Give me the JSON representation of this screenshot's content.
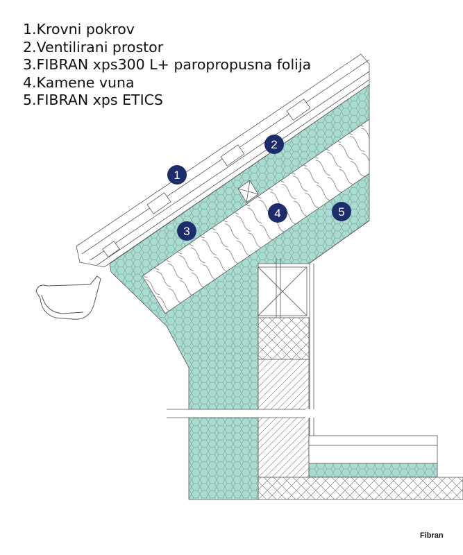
{
  "legend": {
    "items": [
      "1.Krovni pokrov",
      "2.Ventilirani prostor",
      "3.FIBRAN xps300 L+ paropropusna folija",
      "4.Kamene vuna",
      "5.FIBRAN xps ETICS"
    ]
  },
  "markers": [
    "1",
    "2",
    "3",
    "4",
    "5"
  ],
  "credit": "Fibran",
  "colors": {
    "xps_fill": "#a9ddd2",
    "marker": "#1d2d6b",
    "line": "#555555"
  }
}
